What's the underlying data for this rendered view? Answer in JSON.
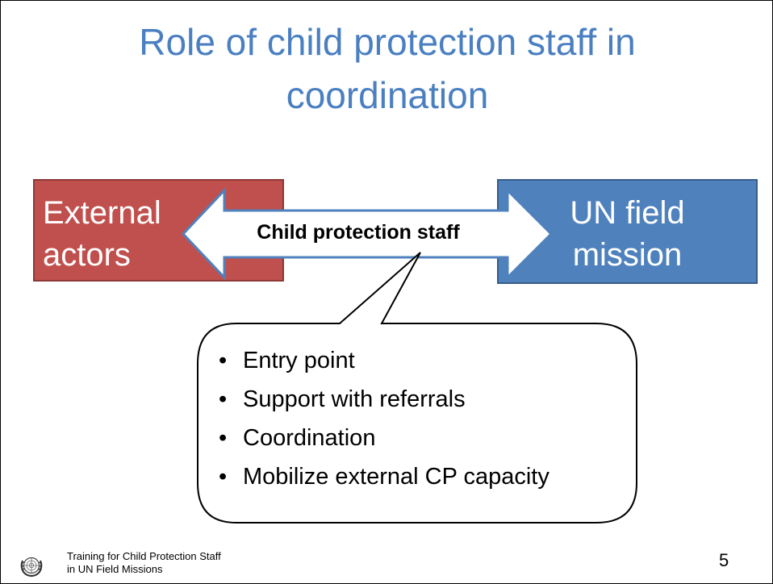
{
  "slide": {
    "title_line1": "Role of child protection staff in",
    "title_line2": "coordination",
    "left_box": {
      "line1": "External",
      "line2": "actors",
      "fill": "#c0504d"
    },
    "right_box": {
      "line1": "UN field",
      "line2": "mission",
      "fill": "#4f81bd"
    },
    "arrow_label": "Child protection staff",
    "callout_items": [
      "Entry point",
      "Support with referrals",
      "Coordination",
      "Mobilize external CP capacity"
    ],
    "bullet": "•",
    "footer": {
      "line1": "Training for Child Protection Staff",
      "line2": "in UN Field Missions",
      "logo": "un-emblem-icon"
    },
    "page_number": "5",
    "title_color": "#4a7fc1"
  }
}
